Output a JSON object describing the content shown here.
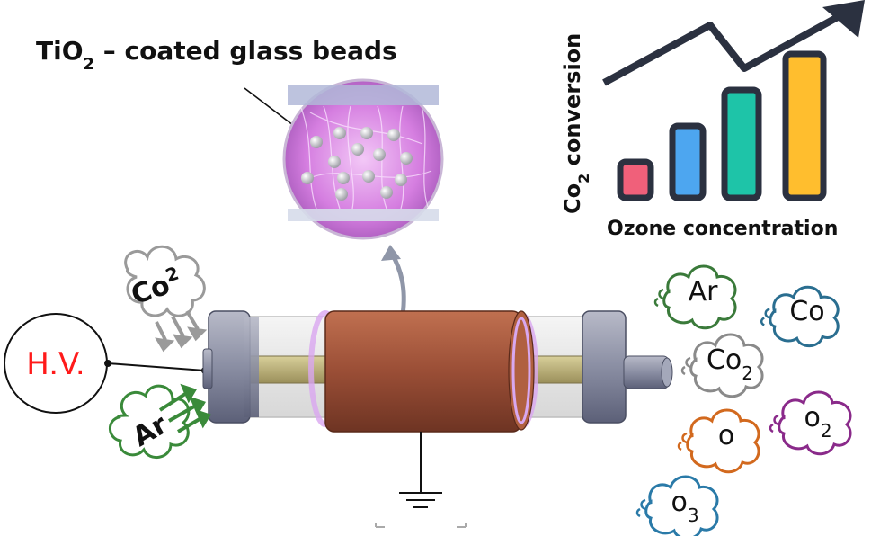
{
  "inset": {
    "label_main": "TiO",
    "label_sub": "2",
    "label_rest": " – coated glass beads"
  },
  "power": {
    "label": "H.V.",
    "color": "#ff1a1a"
  },
  "inlet_gases": [
    {
      "main": "Co",
      "sub": "2",
      "color": "#9a9a9a"
    },
    {
      "main": "Ar",
      "sub": "",
      "color": "#3a8a3a"
    }
  ],
  "outlet_gases": [
    {
      "main": "Ar",
      "sub": "",
      "color": "#3a7a3a"
    },
    {
      "main": "Co",
      "sub": "",
      "color": "#2a6e90"
    },
    {
      "main": "Co",
      "sub": "2",
      "color": "#8a8a8a"
    },
    {
      "main": "o",
      "sub": "2",
      "color": "#8a2a8a"
    },
    {
      "main": "o",
      "sub": "",
      "color": "#d2691e"
    },
    {
      "main": "o",
      "sub": "3",
      "color": "#2a7aa8"
    }
  ],
  "trend_chart": {
    "ylabel_main": "Co",
    "ylabel_sub": "2",
    "ylabel_rest": " conversion",
    "xlabel": "Ozone concentration",
    "bars": [
      {
        "value": 1,
        "color": "#f0607a"
      },
      {
        "value": 2,
        "color": "#4da6f0"
      },
      {
        "value": 3,
        "color": "#1ec4a8"
      },
      {
        "value": 4,
        "color": "#ffbe2e"
      }
    ]
  }
}
